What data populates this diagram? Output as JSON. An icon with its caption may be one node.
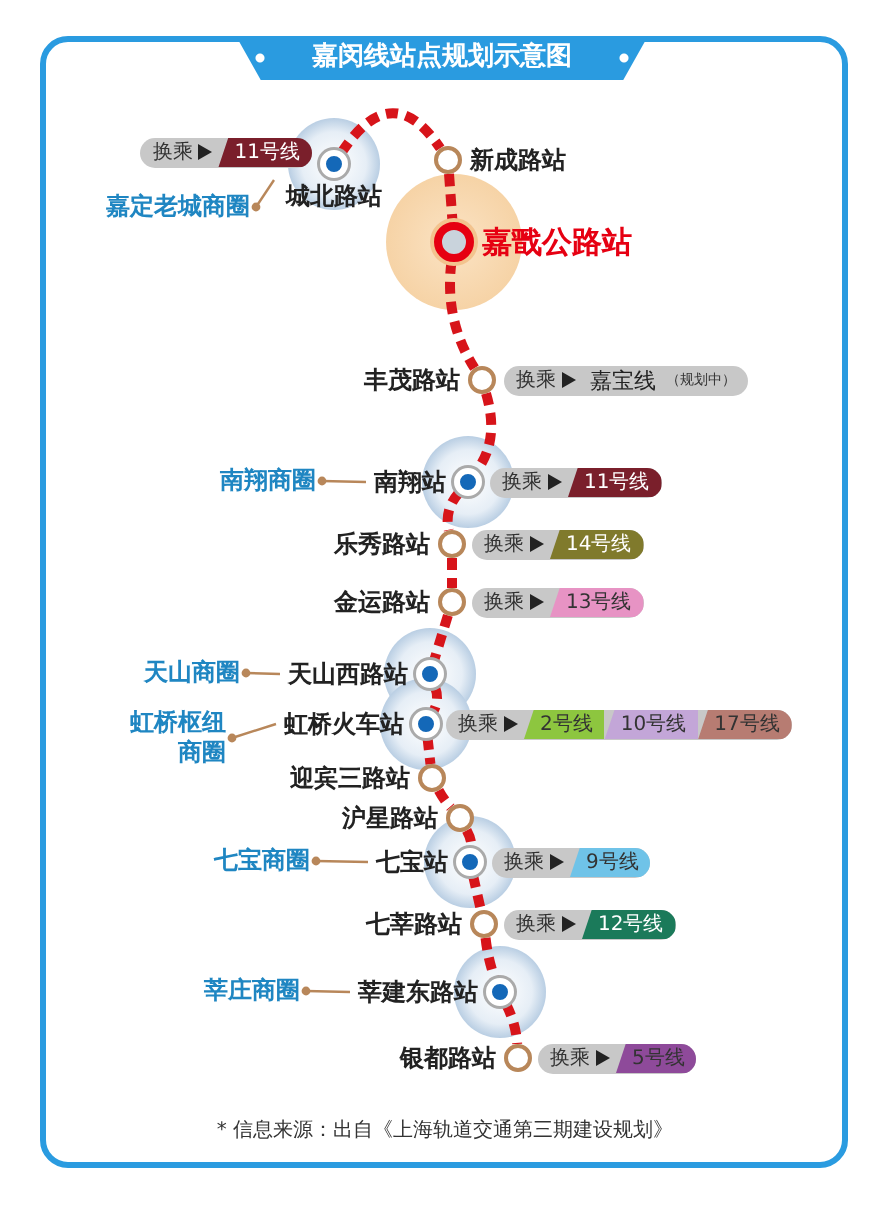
{
  "diagram": {
    "title": "嘉闵线站点规划示意图",
    "caption": "* 信息来源：出自《上海轨道交通第三期建设规划》",
    "nodes": [
      {
        "text": [
          "城北路站"
        ],
        "beside": [
          "换乘",
          "11号线"
        ]
      },
      {
        "text": [
          "新成路站"
        ]
      },
      {
        "text": [
          "嘉戬公路站"
        ]
      },
      {
        "text": [
          "丰茂路站"
        ],
        "beside": [
          "换乘",
          "嘉宝线",
          "（规划中）"
        ]
      },
      {
        "text": [
          "南翔站"
        ],
        "beside": [
          "换乘",
          "11号线"
        ]
      },
      {
        "text": [
          "乐秀路站"
        ],
        "beside": [
          "换乘",
          "14号线"
        ]
      },
      {
        "text": [
          "金运路站"
        ],
        "beside": [
          "换乘",
          "13号线"
        ]
      },
      {
        "text": [
          "天山西路站"
        ]
      },
      {
        "text": [
          "虹桥火车站"
        ],
        "beside": [
          "换乘",
          "2号线",
          "10号线",
          "17号线"
        ]
      },
      {
        "text": [
          "迎宾三路站"
        ]
      },
      {
        "text": [
          "沪星路站"
        ]
      },
      {
        "text": [
          "七宝站"
        ],
        "beside": [
          "换乘",
          "9号线"
        ]
      },
      {
        "text": [
          "七莘路站"
        ],
        "beside": [
          "换乘",
          "12号线"
        ]
      },
      {
        "text": [
          "莘建东路站"
        ]
      },
      {
        "text": [
          "银都路站"
        ],
        "beside": [
          "换乘",
          "5号线"
        ]
      },
      {
        "text": [
          "嘉定老城商圈"
        ]
      },
      {
        "text": [
          "南翔商圈"
        ]
      },
      {
        "text": [
          "天山商圈"
        ]
      },
      {
        "text": [
          "虹桥枢纽商圈"
        ]
      },
      {
        "text": [
          "七宝商圈"
        ]
      },
      {
        "text": [
          "莘庄商圈"
        ]
      }
    ],
    "edges": [
      {
        "from": 0,
        "to": 1,
        "arrow": "none",
        "style": "dashed"
      },
      {
        "from": 1,
        "to": 2,
        "arrow": "none",
        "style": "dashed"
      },
      {
        "from": 2,
        "to": 3,
        "arrow": "none",
        "style": "dashed"
      },
      {
        "from": 3,
        "to": 4,
        "arrow": "none",
        "style": "dashed"
      },
      {
        "from": 4,
        "to": 5,
        "arrow": "none",
        "style": "dashed"
      },
      {
        "from": 5,
        "to": 6,
        "arrow": "none",
        "style": "dashed"
      },
      {
        "from": 6,
        "to": 7,
        "arrow": "none",
        "style": "dashed"
      },
      {
        "from": 7,
        "to": 8,
        "arrow": "none",
        "style": "dashed"
      },
      {
        "from": 8,
        "to": 9,
        "arrow": "none",
        "style": "dashed"
      },
      {
        "from": 9,
        "to": 10,
        "arrow": "none",
        "style": "dashed"
      },
      {
        "from": 10,
        "to": 11,
        "arrow": "none",
        "style": "dashed"
      },
      {
        "from": 11,
        "to": 12,
        "arrow": "none",
        "style": "dashed"
      },
      {
        "from": 12,
        "to": 13,
        "arrow": "none",
        "style": "dashed"
      },
      {
        "from": 13,
        "to": 14,
        "arrow": "none",
        "style": "dashed"
      },
      {
        "from": 15,
        "to": 0,
        "arrow": "other",
        "color": "#b8875a"
      },
      {
        "from": 16,
        "to": 4,
        "arrow": "other",
        "color": "#b8875a"
      },
      {
        "from": 17,
        "to": 7,
        "arrow": "other",
        "color": "#b8875a"
      },
      {
        "from": 18,
        "to": 8,
        "arrow": "other",
        "color": "#b8875a"
      },
      {
        "from": 19,
        "to": 11,
        "arrow": "other",
        "color": "#b8875a"
      },
      {
        "from": 20,
        "to": 13,
        "arrow": "other",
        "color": "#b8875a"
      }
    ]
  }
}
